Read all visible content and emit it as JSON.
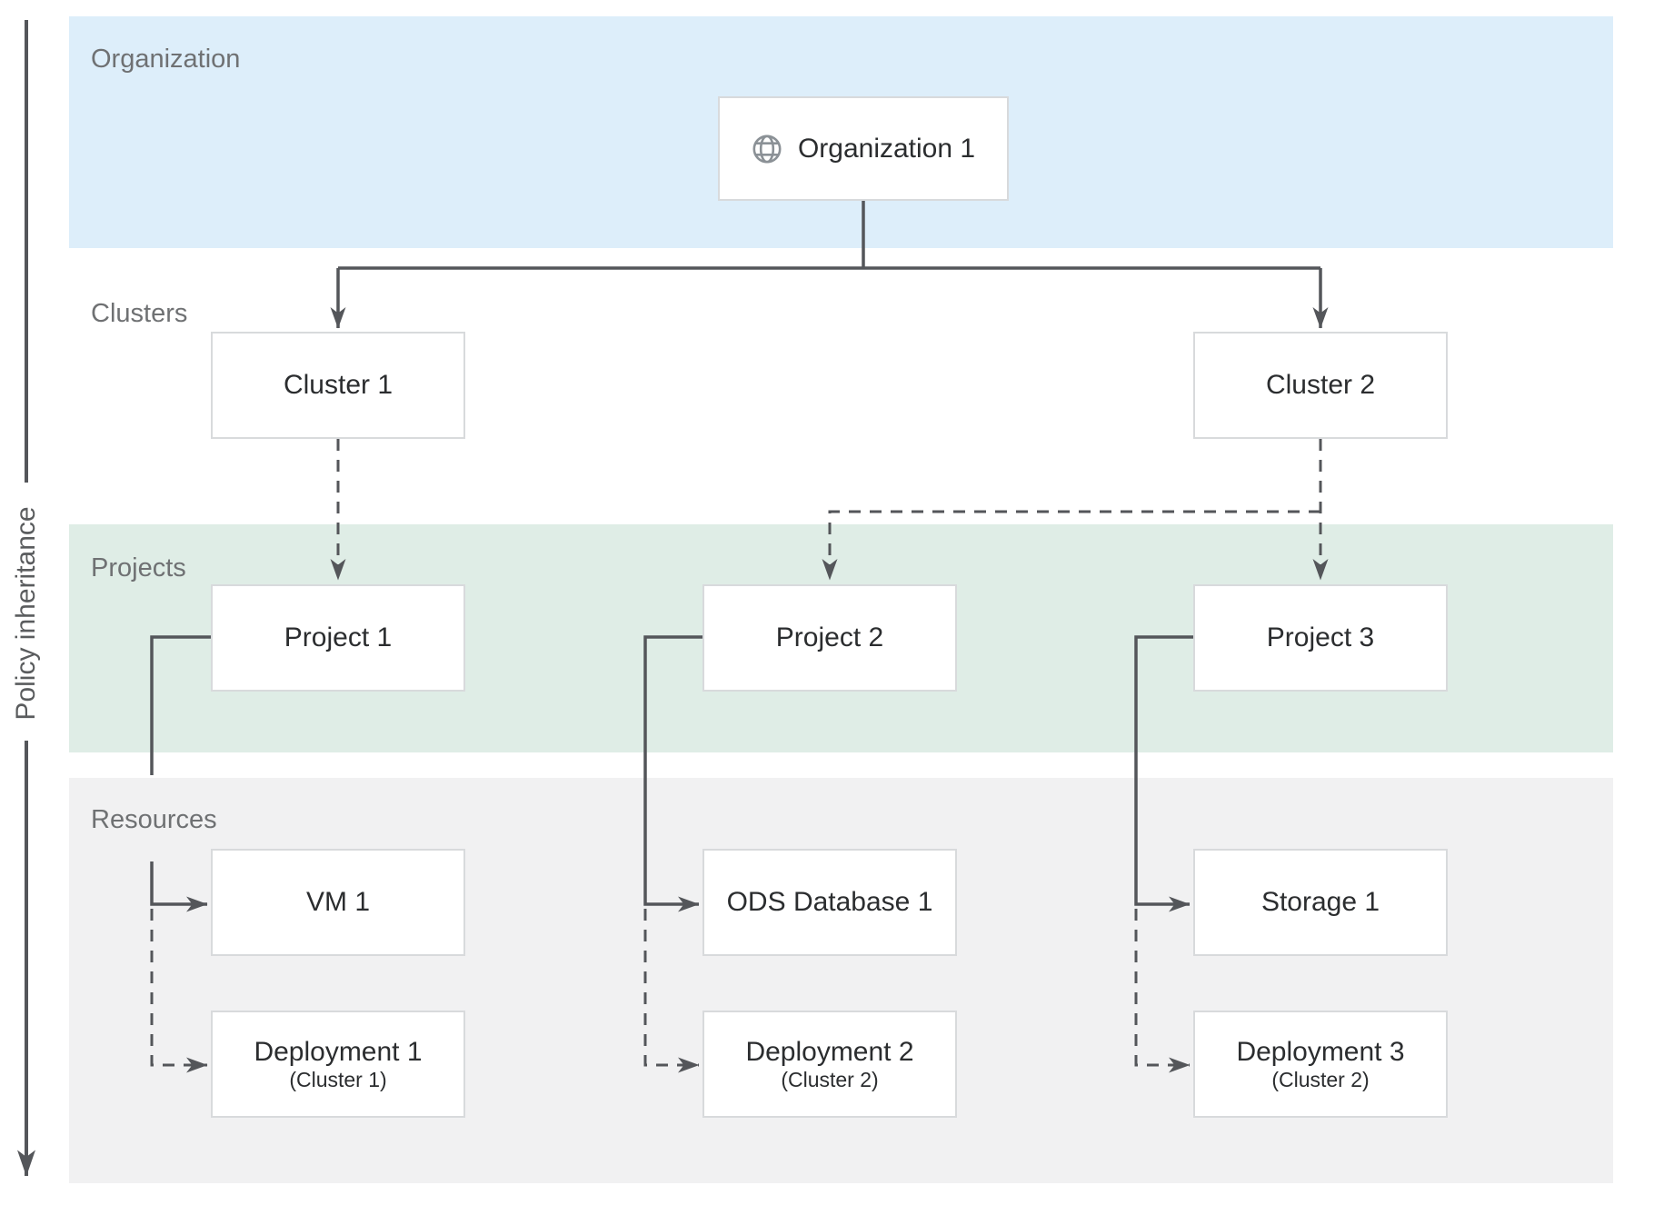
{
  "policy_axis": {
    "label": "Policy inheritance"
  },
  "bands": {
    "organization": {
      "label": "Organization",
      "bg": "#ddeefa"
    },
    "clusters": {
      "label": "Clusters",
      "bg": "#ffffff"
    },
    "projects": {
      "label": "Projects",
      "bg": "#dfede6"
    },
    "resources": {
      "label": "Resources",
      "bg": "#f1f1f2"
    }
  },
  "nodes": {
    "organization1": {
      "label": "Organization 1",
      "icon": "globe-icon"
    },
    "cluster1": {
      "label": "Cluster 1"
    },
    "cluster2": {
      "label": "Cluster 2"
    },
    "project1": {
      "label": "Project 1"
    },
    "project2": {
      "label": "Project 2"
    },
    "project3": {
      "label": "Project 3"
    },
    "vm1": {
      "label": "VM 1"
    },
    "odsdb1": {
      "label": "ODS Database 1"
    },
    "storage1": {
      "label": "Storage 1"
    },
    "deployment1": {
      "label": "Deployment 1",
      "sublabel": "(Cluster 1)"
    },
    "deployment2": {
      "label": "Deployment 2",
      "sublabel": "(Cluster 2)"
    },
    "deployment3": {
      "label": "Deployment 3",
      "sublabel": "(Cluster 2)"
    }
  },
  "edges": [
    {
      "from": "organization1",
      "to": "cluster1",
      "style": "solid"
    },
    {
      "from": "organization1",
      "to": "cluster2",
      "style": "solid"
    },
    {
      "from": "cluster1",
      "to": "project1",
      "style": "dashed"
    },
    {
      "from": "cluster2",
      "to": "project2",
      "style": "dashed"
    },
    {
      "from": "cluster2",
      "to": "project3",
      "style": "dashed"
    },
    {
      "from": "project1",
      "to": "vm1",
      "style": "solid"
    },
    {
      "from": "project1",
      "to": "deployment1",
      "style": "dashed"
    },
    {
      "from": "project2",
      "to": "odsdb1",
      "style": "solid"
    },
    {
      "from": "project2",
      "to": "deployment2",
      "style": "dashed"
    },
    {
      "from": "project3",
      "to": "storage1",
      "style": "solid"
    },
    {
      "from": "project3",
      "to": "deployment3",
      "style": "dashed"
    }
  ],
  "colors": {
    "organization_band": "#ddeefa",
    "projects_band": "#dfede6",
    "resources_band": "#f1f1f2",
    "connector": "#54565a",
    "box_border": "#d8dadc",
    "box_text": "#2b2d2f",
    "band_label_text": "#6f7173",
    "globe_icon": "#8b9196"
  }
}
